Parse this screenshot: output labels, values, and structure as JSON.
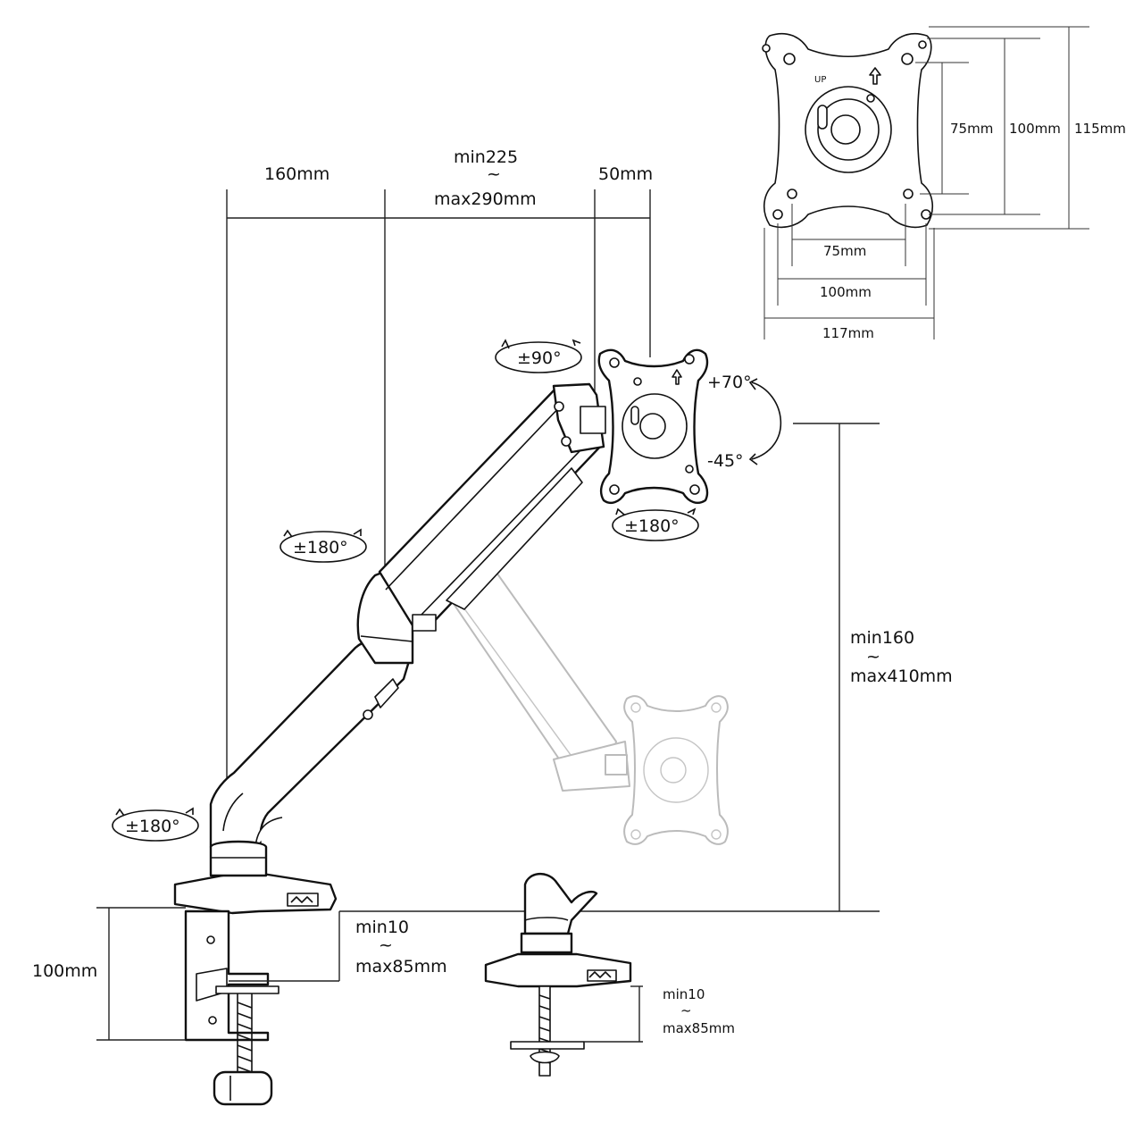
{
  "dimensions": {
    "upper_span": "160mm",
    "arm_min": "min225",
    "arm_tilde": "~",
    "arm_max": "max290mm",
    "head_offset": "50mm",
    "height_min": "min160",
    "height_tilde": "~",
    "height_max": "max410mm",
    "clamp_height": "100mm",
    "clamp_desk_min": "min10",
    "clamp_desk_tilde": "~",
    "clamp_desk_max": "max85mm",
    "grommet_desk_min": "min10",
    "grommet_desk_tilde": "~",
    "grommet_desk_max": "max85mm"
  },
  "rotations": {
    "top_swivel": "±90°",
    "tilt_up": "+70°",
    "tilt_down": "-45°",
    "plate_rotation": "±180°",
    "elbow_rotation": "±180°",
    "base_rotation": "±180°"
  },
  "vesa_plate": {
    "up_label": "UP",
    "v_75": "75mm",
    "v_100": "100mm",
    "v_115": "115mm",
    "h_75": "75mm",
    "h_100": "100mm",
    "h_117": "117mm"
  }
}
